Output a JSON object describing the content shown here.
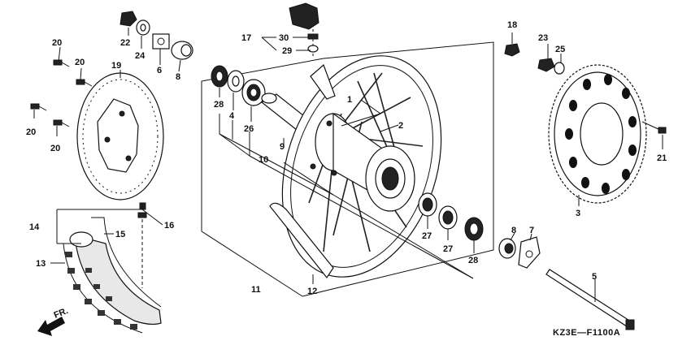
{
  "diagram": {
    "code": "KZ3E—F1100A",
    "direction_label": "FR.",
    "callouts": {
      "c1": "1",
      "c2": "2",
      "c3": "3",
      "c4": "4",
      "c5": "5",
      "c6": "6",
      "c7": "7",
      "c8a": "8",
      "c8b": "8",
      "c9": "9",
      "c10": "10",
      "c11": "11",
      "c12": "12",
      "c13": "13",
      "c14": "14",
      "c15": "15",
      "c16": "16",
      "c17": "17",
      "c18": "18",
      "c19": "19",
      "c20a": "20",
      "c20b": "20",
      "c20c": "20",
      "c20d": "20",
      "c21": "21",
      "c22": "22",
      "c23": "23",
      "c24": "24",
      "c25": "25",
      "c26": "26",
      "c27a": "27",
      "c27b": "27",
      "c28a": "28",
      "c28b": "28",
      "c29": "29",
      "c30": "30"
    }
  }
}
